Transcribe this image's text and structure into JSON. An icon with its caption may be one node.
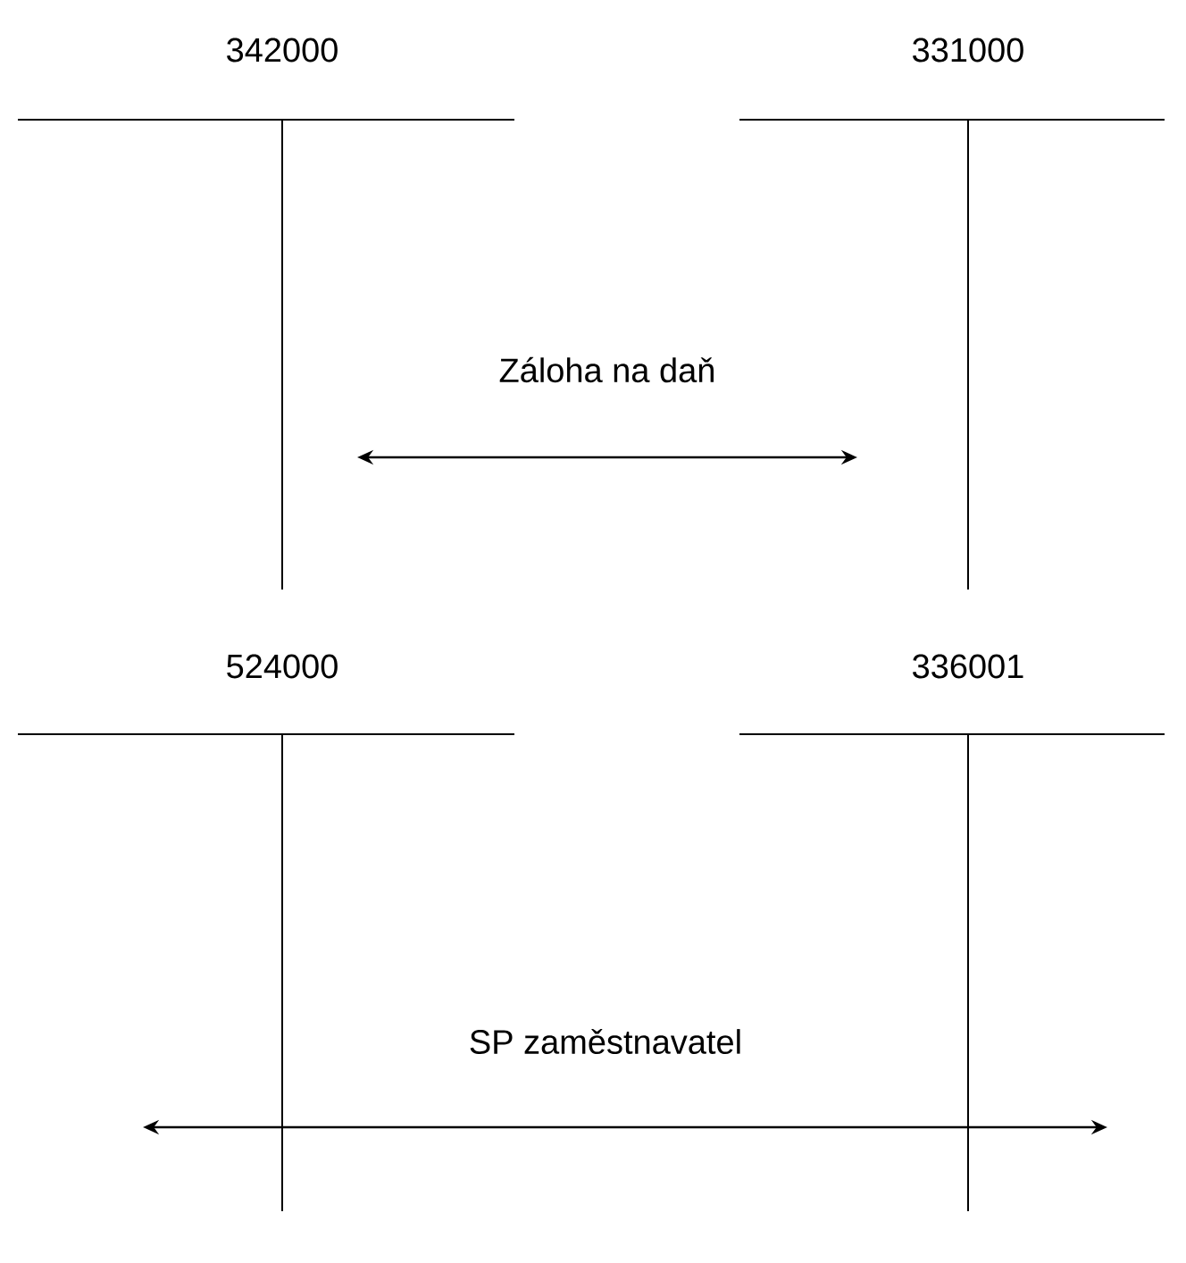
{
  "diagram": {
    "nodes": [
      {
        "text": [
          "342000"
        ]
      },
      {
        "text": [
          "331000"
        ]
      },
      {
        "text": [
          "524000"
        ]
      },
      {
        "text": [
          "336001"
        ]
      }
    ],
    "edges": [
      {
        "from": 0,
        "to": 1,
        "arrow": "both",
        "label": "Záloha na daň"
      },
      {
        "from": 2,
        "to": 3,
        "arrow": "both",
        "label": "SP zaměstnavatel"
      }
    ]
  }
}
